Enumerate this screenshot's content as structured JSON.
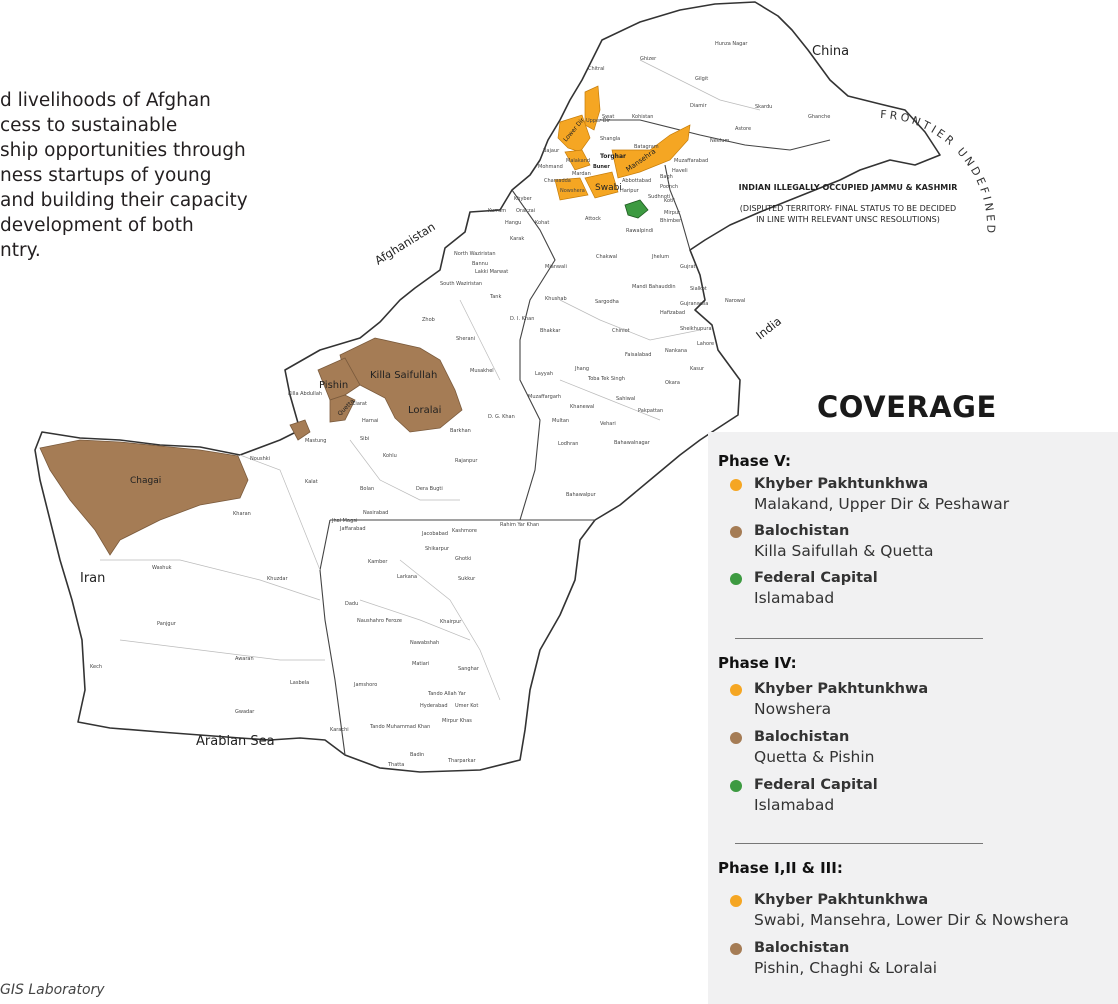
{
  "intro_lines": [
    "d livelihoods of Afghan",
    "cess to sustainable",
    "ship opportunities through",
    "ness startups of young",
    "and building their capacity",
    "development of both",
    "ntry."
  ],
  "credit": "GIS Laboratory",
  "colors": {
    "kp": "#f5a623",
    "balochistan": "#a57c55",
    "federal": "#3d9a41",
    "border": "#333333"
  },
  "map_labels": {
    "china": "China",
    "afghanistan": "Afghanistan",
    "iran": "Iran",
    "india": "India",
    "arabian_sea": "Arabian Sea",
    "frontier": "FRONTIER UNDEFINED",
    "kashmir_title": "INDIAN ILLEGALLY OCCUPIED JAMMU & KASHMIR",
    "kashmir_line1": "(DISPUTED TERRITORY- FINAL STATUS TO BE DECIDED",
    "kashmir_line2": "IN LINE WITH RELEVANT UNSC RESOLUTIONS)",
    "chagai": "Chagai",
    "pishin": "Pishin",
    "killa_saifullah": "Killa Saifullah",
    "loralai": "Loralai",
    "quetta": "Quetta",
    "swabi": "Swabi",
    "mansehra": "Mansehra",
    "lower_dir": "Lower Dir",
    "upper_dir": "Upper Dir",
    "malakand": "Malakand",
    "nowshera": "Nowshera",
    "torghar": "Torghar",
    "buner": "Buner",
    "hunza": "Hunza Nagar",
    "chitral": "Chitral",
    "ghizer": "Ghizer",
    "gilgit": "Gilgit",
    "diamir": "Diamir",
    "skardu": "Skardu",
    "ghanche": "Ghanche",
    "astore": "Astore",
    "kohistan": "Kohistan",
    "swat": "Swat",
    "shangla": "Shangla",
    "batagram": "Batagram",
    "neelum": "Neelum",
    "bajaur": "Bajaur",
    "mohmand": "Mohmand",
    "mardan": "Mardan",
    "charsadda": "Charsadda",
    "abbottabad": "Abbottabad",
    "haripur": "Haripur",
    "bagh": "Bagh",
    "poonch": "Poonch",
    "kotli": "Kotli",
    "mirpur": "Mirpur",
    "bhimber": "Bhimber",
    "muzaffarabad": "Muzaffarabad",
    "haveli": "Haveli",
    "sudhnoti": "Sudhnoti",
    "khyber": "Khyber",
    "kurram": "Kurram",
    "orakzai": "Orakzai",
    "hangu": "Hangu",
    "kohat": "Kohat",
    "karak": "Karak",
    "attock": "Attock",
    "rawalpindi": "Rawalpindi",
    "chakwal": "Chakwal",
    "jhelum": "Jhelum",
    "gujrat": "Gujrat",
    "sialkot": "Sialkot",
    "narowal": "Narowal",
    "mandi": "Mandi Bahauddin",
    "north_waziristan": "North Waziristan",
    "south_waziristan": "South Waziristan",
    "bannu": "Bannu",
    "lakki": "Lakki Marwat",
    "mianwali": "Mianwali",
    "tank": "Tank",
    "di_khan": "D. I. Khan",
    "khushab": "Khushab",
    "sargodha": "Sargodha",
    "gujranwala": "Gujranwala",
    "hafizabad": "Hafizabad",
    "sheikhupura": "Sheikhupura",
    "lahore": "Lahore",
    "nankana": "Nankana",
    "bhakkar": "Bhakkar",
    "chiniot": "Chiniot",
    "faisalabad": "Faisalabad",
    "kasur": "Kasur",
    "okara": "Okara",
    "jhang": "Jhang",
    "toba": "Toba Tek Singh",
    "layyah": "Layyah",
    "muzaffargarh": "Muzaffargarh",
    "khanewal": "Khanewal",
    "sahiwal": "Sahiwal",
    "pakpattan": "Pakpattan",
    "multan": "Multan",
    "vehari": "Vehari",
    "lodhran": "Lodhran",
    "bahawalnagar": "Bahawalnagar",
    "bahawalpur": "Bahawalpur",
    "rahim": "Rahim Yar Khan",
    "rajanpur": "Rajanpur",
    "dg_khan": "D. G. Khan",
    "dera_bugti": "Dera Bugti",
    "kohlu": "Kohlu",
    "barkhan": "Barkhan",
    "musakhel": "Musakhel",
    "zhob": "Zhob",
    "sherani": "Sherani",
    "killa_abdullah": "Killa Abdullah",
    "ziarat": "Ziarat",
    "harnai": "Harnai",
    "sibi": "Sibi",
    "mastung": "Mastung",
    "noushki": "Noushki",
    "kalat": "Kalat",
    "bolan": "Bolan",
    "nasirabad": "Nasirabad",
    "jhal_magsi": "Jhal Magsi",
    "jaffarabad": "Jaffarabad",
    "jacobabad": "Jacobabad",
    "kashmore": "Kashmore",
    "kharan": "Kharan",
    "shikarpur": "Shikarpur",
    "ghotki": "Ghotki",
    "kamber": "Kamber",
    "larkana": "Larkana",
    "sukkur": "Sukkur",
    "washuk": "Washuk",
    "khuzdar": "Khuzdar",
    "dadu": "Dadu",
    "naushahro": "Naushahro Feroze",
    "khairpur": "Khairpur",
    "panjgur": "Panjgur",
    "nawabshah": "Nawabshah",
    "kech": "Kech",
    "awaran": "Awaran",
    "matiari": "Matiari",
    "sanghar": "Sanghar",
    "jamshoro": "Jamshoro",
    "tando_allah": "Tando Allah Yar",
    "lasbela": "Lasbela",
    "hyderabad": "Hyderabad",
    "umerkot": "Umer Kot",
    "mirpur_khas": "Mirpur Khas",
    "gwadar": "Gwadar",
    "tando_m": "Tando Muhammad Khan",
    "karachi": "Karachi",
    "badin": "Badin",
    "thatta": "Thatta",
    "tharparkar": "Tharparkar"
  },
  "coverage": {
    "title": "COVERAGE",
    "phases": [
      {
        "name": "Phase V:",
        "items": [
          {
            "province": "Khyber Pakhtunkhwa",
            "districts": "Malakand, Upper Dir & Peshawar",
            "color": "#f5a623"
          },
          {
            "province": "Balochistan",
            "districts": "Killa Saifullah & Quetta",
            "color": "#a57c55"
          },
          {
            "province": "Federal Capital",
            "districts": "Islamabad",
            "color": "#3d9a41"
          }
        ]
      },
      {
        "name": "Phase IV:",
        "items": [
          {
            "province": "Khyber Pakhtunkhwa",
            "districts": "Nowshera",
            "color": "#f5a623"
          },
          {
            "province": "Balochistan",
            "districts": "Quetta & Pishin",
            "color": "#a57c55"
          },
          {
            "province": "Federal Capital",
            "districts": "Islamabad",
            "color": "#3d9a41"
          }
        ]
      },
      {
        "name": "Phase I,II & III:",
        "items": [
          {
            "province": "Khyber Pakhtunkhwa",
            "districts": "Swabi,  Mansehra, Lower Dir & Nowshera",
            "color": "#f5a623"
          },
          {
            "province": "Balochistan",
            "districts": "Pishin, Chaghi & Loralai",
            "color": "#a57c55"
          }
        ]
      }
    ]
  }
}
